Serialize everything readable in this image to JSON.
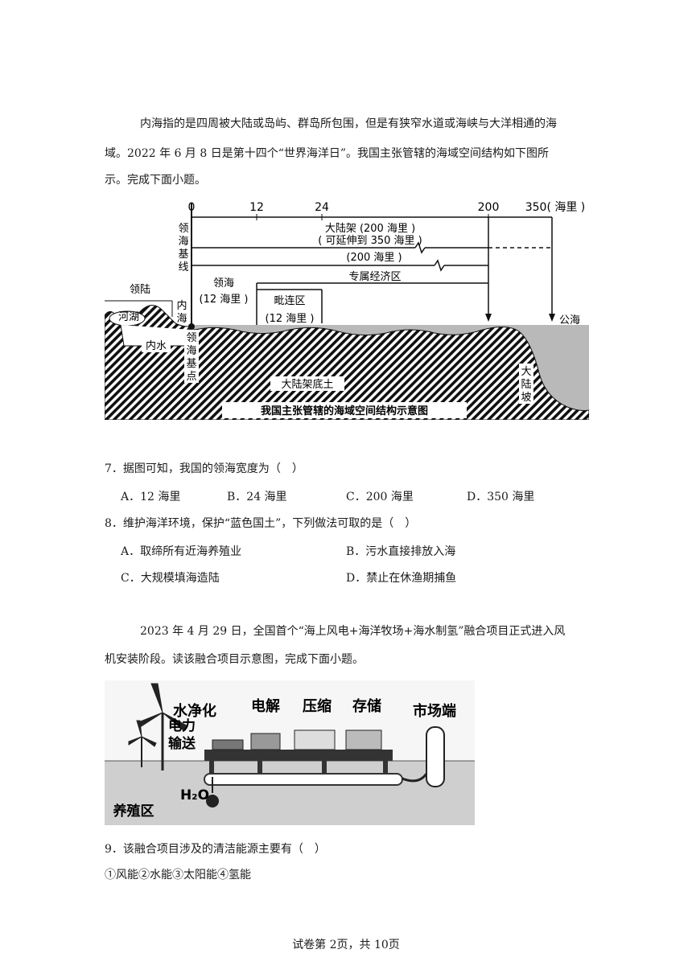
{
  "intro1": {
    "line1": "内海指的是四周被大陆或岛屿、群岛所包围，但是有狭窄水道或海峡与大洋相通的海",
    "line2": "域。2022 年 6 月 8 日是第十四个“世界海洋日”。我国主张管辖的海域空间结构如下图所",
    "line3": "示。完成下面小题。"
  },
  "figure1": {
    "ticks": [
      "0",
      "12",
      "24",
      "200",
      "350( 海里 )"
    ],
    "baseline_label": [
      "领",
      "海",
      "基",
      "线"
    ],
    "shelf_label": "大陆架 (200 海里 )",
    "shelf_extend": "( 可延伸到 350 海里 )",
    "eez_200": "(200 海里 )",
    "eez": "专属经济区",
    "land": "领陆",
    "lake": "河湖",
    "inner_sea": [
      "内",
      "海"
    ],
    "territorial_sea": "领海",
    "territorial_sea_nm": "(12 海里 )",
    "contiguous": "毗连区",
    "contiguous_nm": "(12 海里 )",
    "high_seas": "公海",
    "inner_water": "内水",
    "basepoint": [
      "领",
      "海",
      "基",
      "点"
    ],
    "shelf_soil": "大陆架底土",
    "slope": [
      "大",
      "陆",
      "坡"
    ],
    "caption": "我国主张管辖的海域空间结构示意图"
  },
  "q7": {
    "stem": "7．据图可知，我国的领海宽度为（　）",
    "A": "A．12 海里",
    "B": "B．24 海里",
    "C": "C．200 海里",
    "D": "D．350 海里"
  },
  "q8": {
    "stem": "8．维护海洋环境，保护“蓝色国土”，下列做法可取的是（　）",
    "A": "A．取缔所有近海养殖业",
    "B": "B．污水直接排放入海",
    "C": "C．大规模填海造陆",
    "D": "D．禁止在休渔期捕鱼"
  },
  "intro2": {
    "line1": "2023 年 4 月 29 日，全国首个“海上风电+海洋牧场+海水制氢”融合项目正式进入风",
    "line2": "机安装阶段。读该融合项目示意图，完成下面小题。"
  },
  "figure2": {
    "purify": "水净化",
    "electrolysis": "电解",
    "compress": "压缩",
    "storage": "存储",
    "market": "市场端",
    "power1": "电力",
    "power2": "输送",
    "h2o": "H₂O",
    "farm": "养殖区"
  },
  "q9": {
    "stem": "9．该融合项目涉及的清洁能源主要有（　）",
    "items": "①风能②水能③太阳能④氢能"
  },
  "footer": "试卷第 2页，共 10页"
}
